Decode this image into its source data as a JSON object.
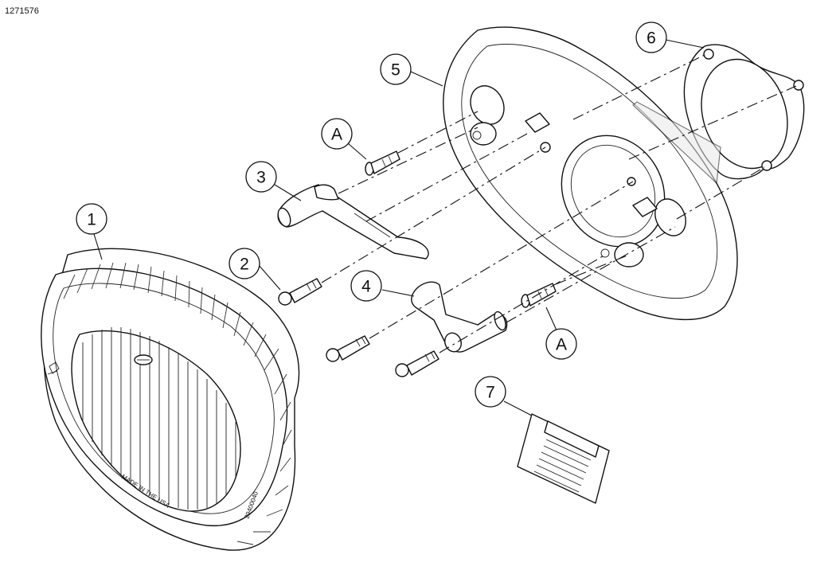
{
  "figure_id": "1271576",
  "callouts": {
    "c1": "1",
    "c2": "2",
    "c3": "3",
    "c4": "4",
    "c5": "5",
    "c6": "6",
    "c7": "7",
    "cA_upper": "A",
    "cA_lower": "A"
  },
  "filter_text": {
    "made_in": "MADE IN THE USA",
    "part_no": "29400040"
  }
}
